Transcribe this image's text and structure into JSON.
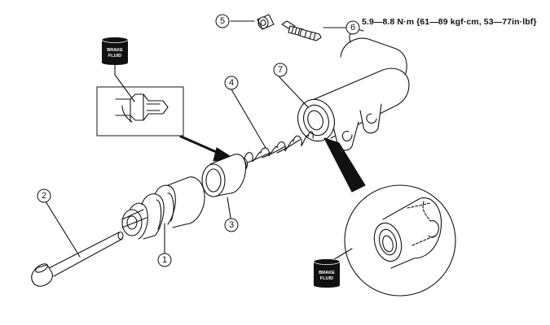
{
  "callouts": [
    {
      "id": "1",
      "label": "1"
    },
    {
      "id": "2",
      "label": "2"
    },
    {
      "id": "3",
      "label": "3"
    },
    {
      "id": "4",
      "label": "4"
    },
    {
      "id": "5",
      "label": "5"
    },
    {
      "id": "6",
      "label": "6"
    },
    {
      "id": "7",
      "label": "7"
    }
  ],
  "torque_spec": "5.9—8.8 N·m {61—89 kgf·cm, 53—77in·lbf}",
  "brake_fluid_top": {
    "line1": "BRAKE",
    "line2": "FLUID"
  },
  "brake_fluid_bottom": {
    "line1": "BRAKE",
    "line2": "FLUID"
  }
}
